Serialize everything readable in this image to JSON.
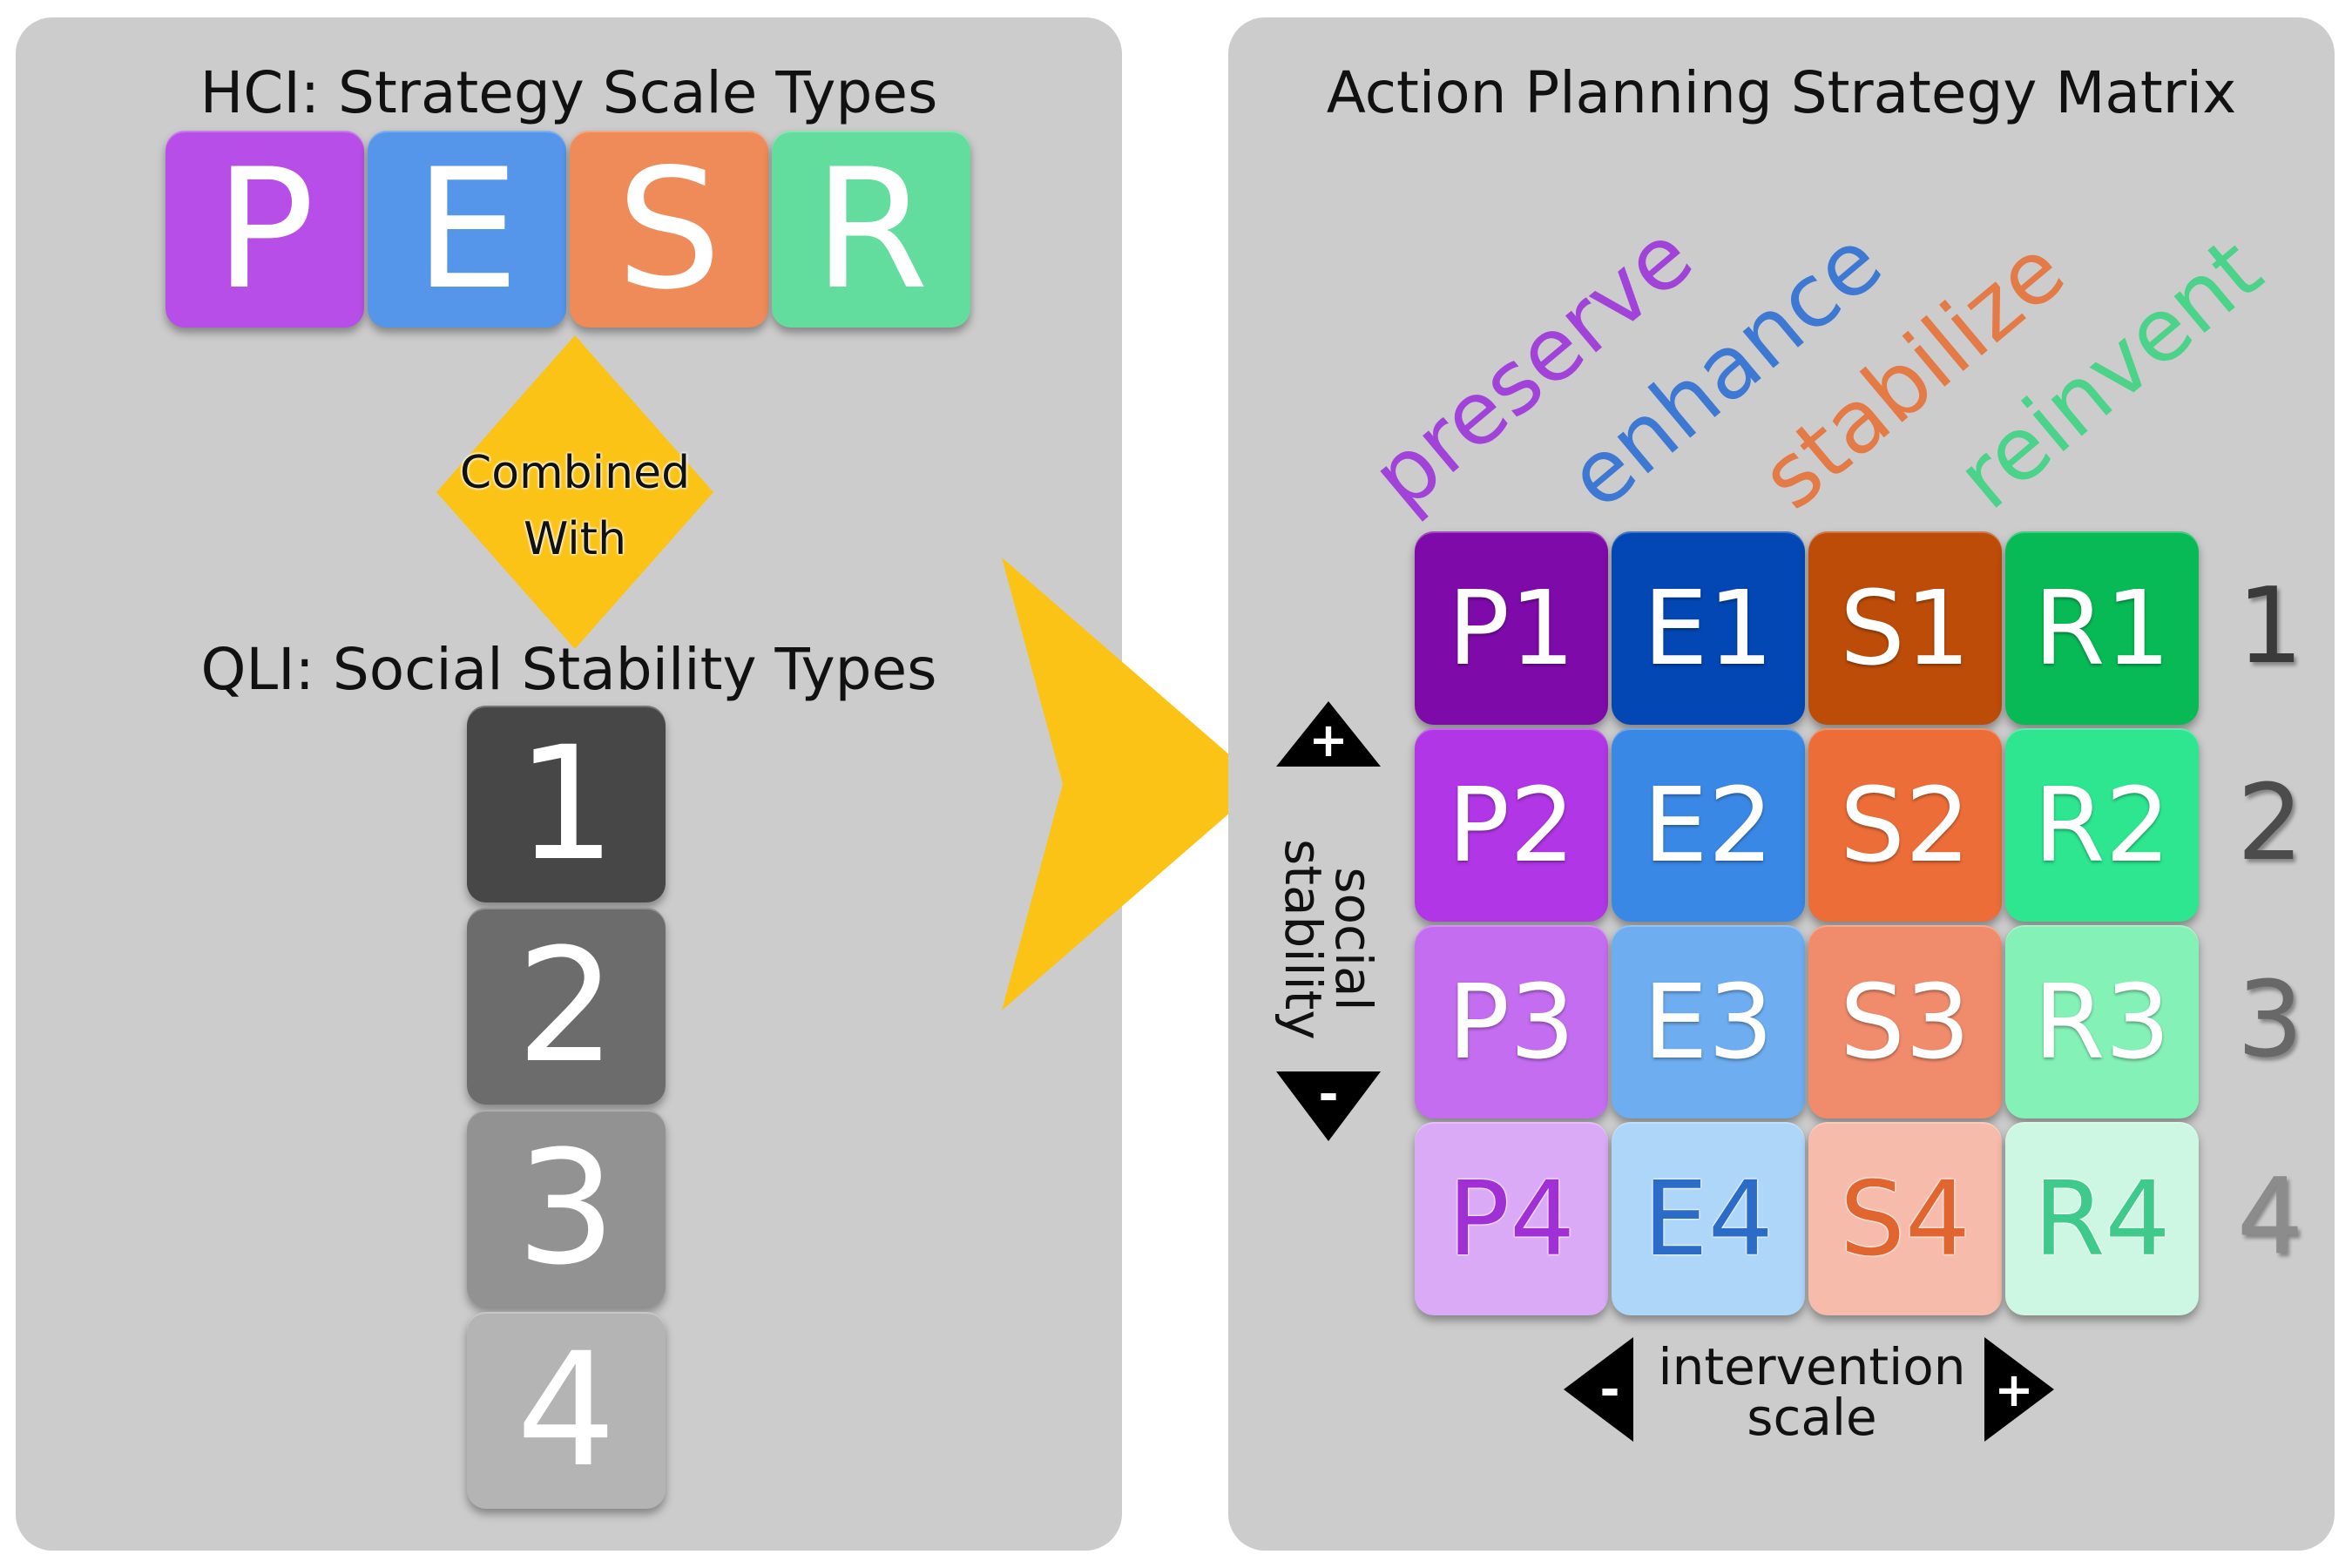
{
  "left": {
    "title": "HCI:  Strategy Scale Types",
    "pesr": [
      {
        "letter": "P",
        "color": "#b84ee8"
      },
      {
        "letter": "E",
        "color": "#5595ea"
      },
      {
        "letter": "S",
        "color": "#ee8b58"
      },
      {
        "letter": "R",
        "color": "#63dd9e"
      }
    ],
    "connector": {
      "line1": "Combined",
      "line2": "With",
      "color": "#fbc316"
    },
    "stability_title": "QLI:  Social Stability Types",
    "stability": [
      {
        "label": "1",
        "color": "#474747"
      },
      {
        "label": "2",
        "color": "#6c6c6c"
      },
      {
        "label": "3",
        "color": "#929292"
      },
      {
        "label": "4",
        "color": "#b4b4b4"
      }
    ]
  },
  "arrow_color": "#fbc316",
  "right": {
    "title": "Action Planning Strategy Matrix",
    "columns": [
      {
        "label": "preserve",
        "color": "#a142d8"
      },
      {
        "label": "enhance",
        "color": "#3d78d3"
      },
      {
        "label": "stabilize",
        "color": "#e47a45"
      },
      {
        "label": "reinvent",
        "color": "#4bd389"
      }
    ],
    "rows": [
      "1",
      "2",
      "3",
      "4"
    ],
    "matrix": [
      [
        {
          "label": "P1",
          "bg": "#7f0aaa",
          "fg": "#ffffff"
        },
        {
          "label": "E1",
          "bg": "#0347b4",
          "fg": "#ffffff"
        },
        {
          "label": "S1",
          "bg": "#bd4c08",
          "fg": "#ffffff"
        },
        {
          "label": "R1",
          "bg": "#07ba55",
          "fg": "#ffffff"
        }
      ],
      [
        {
          "label": "P2",
          "bg": "#b136e6",
          "fg": "#ffffff"
        },
        {
          "label": "E2",
          "bg": "#3a88e5",
          "fg": "#ffffff"
        },
        {
          "label": "S2",
          "bg": "#ec6d37",
          "fg": "#ffffff"
        },
        {
          "label": "R2",
          "bg": "#2de68f",
          "fg": "#ffffff"
        }
      ],
      [
        {
          "label": "P3",
          "bg": "#c46df0",
          "fg": "#ffffff"
        },
        {
          "label": "E3",
          "bg": "#6eadf0",
          "fg": "#ffffff"
        },
        {
          "label": "S3",
          "bg": "#f08c6c",
          "fg": "#ffffff"
        },
        {
          "label": "R3",
          "bg": "#84f2b7",
          "fg": "#ffffff"
        }
      ],
      [
        {
          "label": "P4",
          "bg": "#dbaaf7",
          "fg": "#a12fd6"
        },
        {
          "label": "E4",
          "bg": "#aed6f8",
          "fg": "#2a6cc8"
        },
        {
          "label": "S4",
          "bg": "#f6bbaa",
          "fg": "#e0652e"
        },
        {
          "label": "R4",
          "bg": "#cdf7e2",
          "fg": "#3fc98a"
        }
      ]
    ],
    "row_number_colors": [
      "#3a3a3a",
      "#4c4c4c",
      "#686868",
      "#8c8c8c"
    ],
    "vertical_axis": {
      "label_line1": "social",
      "label_line2": "stability",
      "plus": "+",
      "minus": "-"
    },
    "horizontal_axis": {
      "label_line1": "intervention",
      "label_line2": "scale",
      "plus": "+",
      "minus": "-"
    }
  }
}
